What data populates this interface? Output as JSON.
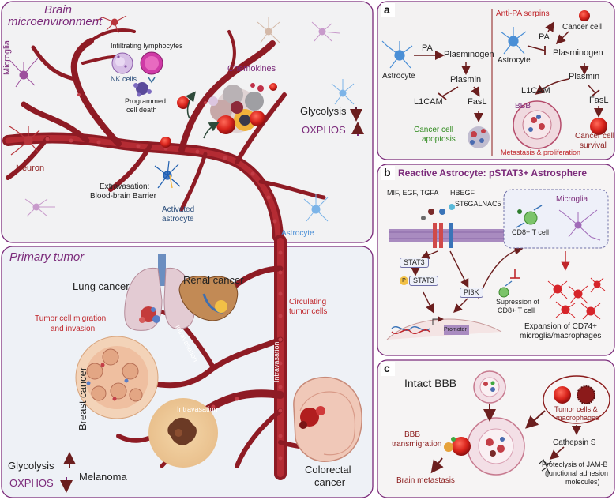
{
  "brain": {
    "title_line1": "Brain",
    "title_line2": "microenvironment",
    "microglia": "Microglia",
    "infiltrating": "Infiltrating lymphocytes",
    "nk": "NK cells",
    "pcd_line1": "Programmed",
    "pcd_line2": "cell death",
    "chemokines": "Chemokines",
    "glycolysis": "Glycolysis",
    "oxphos": "OXPHOS",
    "neuron": "Neuron",
    "extravasation_line1": "Extravasation:",
    "extravasation_line2": "Blood-brain Barrier",
    "activated_line1": "Activated",
    "activated_line2": "astrocyte",
    "astrocyte": "Astrocyte"
  },
  "primary": {
    "title": "Primary tumor",
    "lung": "Lung cancer",
    "renal": "Renal cancer",
    "migration_line1": "Tumor cell migration",
    "migration_line2": "and invasion",
    "intravasation": "Intravasation",
    "circulating_line1": "Circulating",
    "circulating_line2": "tumor cells",
    "breast": "Breast cancer",
    "glycolysis": "Glycolysis",
    "oxphos": "OXPHOS",
    "melanoma": "Melanoma",
    "colorectal_line1": "Colorectal",
    "colorectal_line2": "cancer"
  },
  "panel_a": {
    "letter": "a",
    "pa": "PA",
    "plasminogen": "Plasminogen",
    "astrocyte": "Astrocyte",
    "plasmin": "Plasmin",
    "l1cam": "L1CAM",
    "fasl": "FasL",
    "apoptosis_line1": "Cancer cell",
    "apoptosis_line2": "apoptosis",
    "serpins": "Anti-PA serpins",
    "cancer_cell": "Cancer cell",
    "bbb": "BBB",
    "survival_line1": "Cancer cell",
    "survival_line2": "survival",
    "metastasis": "Metastasis & proliferation"
  },
  "panel_b": {
    "letter": "b",
    "title": "Reactive Astrocyte: pSTAT3+ Astrosphere",
    "ligands": "MIF, EGF, TGFA",
    "hbegf": "HBEGF",
    "st6": "ST6GALNAC5",
    "microglia": "Microglia",
    "cd8": "CD8+ T cell",
    "stat3": "STAT3",
    "p": "P",
    "pi3k": "PI3K",
    "supp_line1": "Supression of",
    "supp_line2": "CD8+ T cell",
    "promoter": "Promoter",
    "expansion_line1": "Expansion of CD74+",
    "expansion_line2": "microglia/macrophages"
  },
  "panel_c": {
    "letter": "c",
    "intact": "Intact BBB",
    "tumor_line1": "Tumor cells &",
    "tumor_line2": "macrophages",
    "bbb_line1": "BBB",
    "bbb_line2": "transmigration",
    "cathepsin": "Cathepsin S",
    "proteolysis_line1": "Proteolysis of JAM-B",
    "proteolysis_line2": "(junctional adhesion",
    "proteolysis_line3": "molecules)",
    "brain_met": "Brain metastasis"
  },
  "colors": {
    "vessel": "#8e1b24",
    "vessel_light": "#b9323b",
    "purple": "#7b2a7a",
    "dark_red": "#8b1a1a",
    "orange_red": "#d0311d",
    "green": "#2f8a1e",
    "blue_astro": "#4a8fd6",
    "panel_bg": "#f3f2f2"
  },
  "icons": [
    "neuron-icon",
    "microglia-icon",
    "astrocyte-icon",
    "cancer-cell-icon",
    "nk-cell-icon",
    "lymphocyte-icon",
    "up-arrow-icon",
    "down-arrow-icon",
    "lung-icon",
    "kidney-icon",
    "colon-icon",
    "bbb-vessel-icon",
    "receptor-icon",
    "dna-icon"
  ]
}
